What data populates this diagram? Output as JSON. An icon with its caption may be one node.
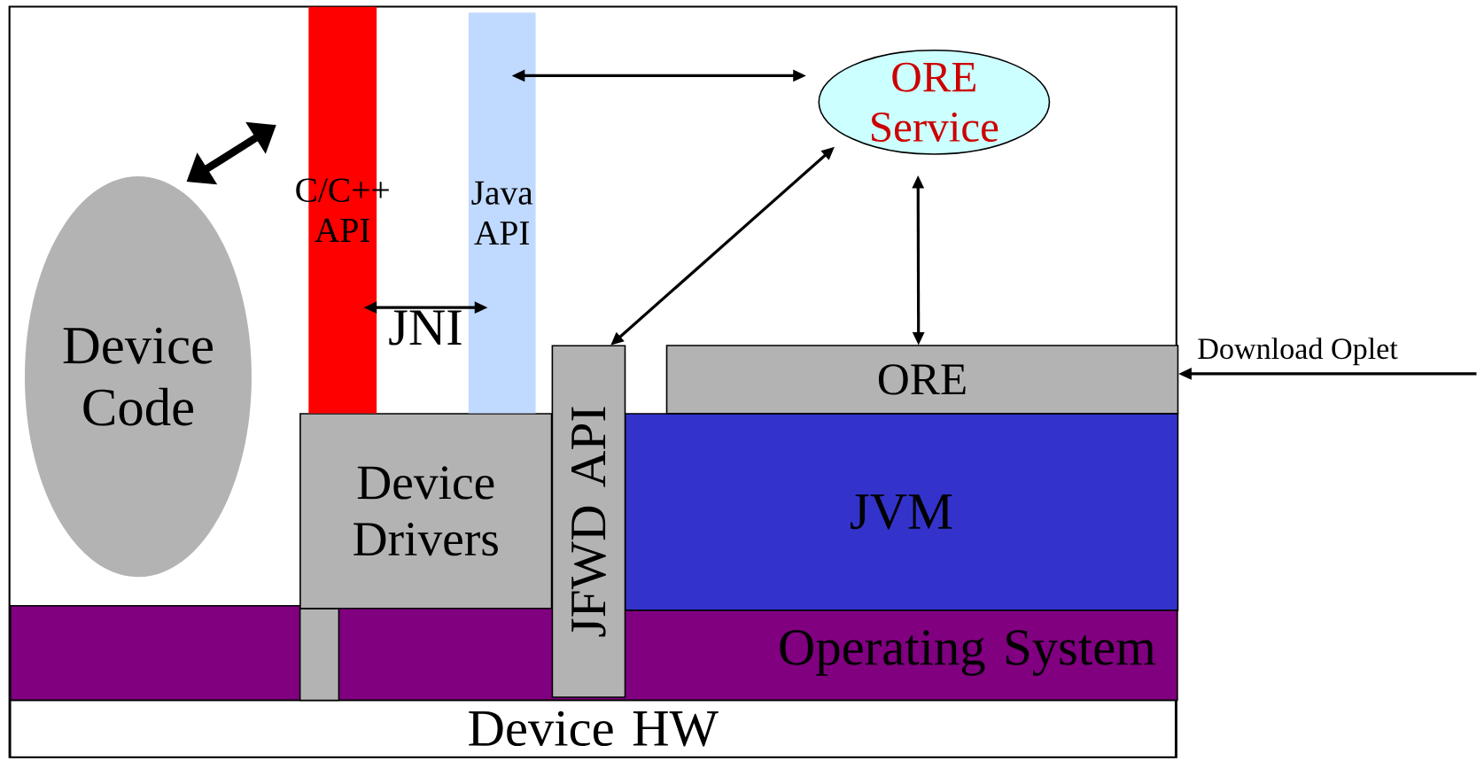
{
  "diagram": {
    "nodes": [
      {
        "text": [
          "Device Code"
        ]
      },
      {
        "text": [
          "C/C++ API"
        ]
      },
      {
        "text": [
          "Java API"
        ]
      },
      {
        "text": [
          "ORE Service"
        ]
      },
      {
        "text": [
          "JFWD API"
        ]
      },
      {
        "text": [
          "ORE"
        ]
      },
      {
        "text": [
          "Device Drivers"
        ]
      },
      {
        "text": [
          "JVM"
        ]
      },
      {
        "text": [
          "Operating System"
        ]
      },
      {
        "text": [
          "Device HW"
        ]
      }
    ],
    "edges": [
      {
        "from": 0,
        "to": 1,
        "arrow": "both",
        "style": "thick"
      },
      {
        "from": 1,
        "to": 2,
        "arrow": "both",
        "label": "JNI"
      },
      {
        "from": 2,
        "to": 3,
        "arrow": "both"
      },
      {
        "from": 3,
        "to": 4,
        "arrow": "both"
      },
      {
        "from": 3,
        "to": 5,
        "arrow": "both"
      },
      {
        "from": null,
        "to": 5,
        "arrow": "to",
        "label": "Download Oplet"
      }
    ]
  }
}
